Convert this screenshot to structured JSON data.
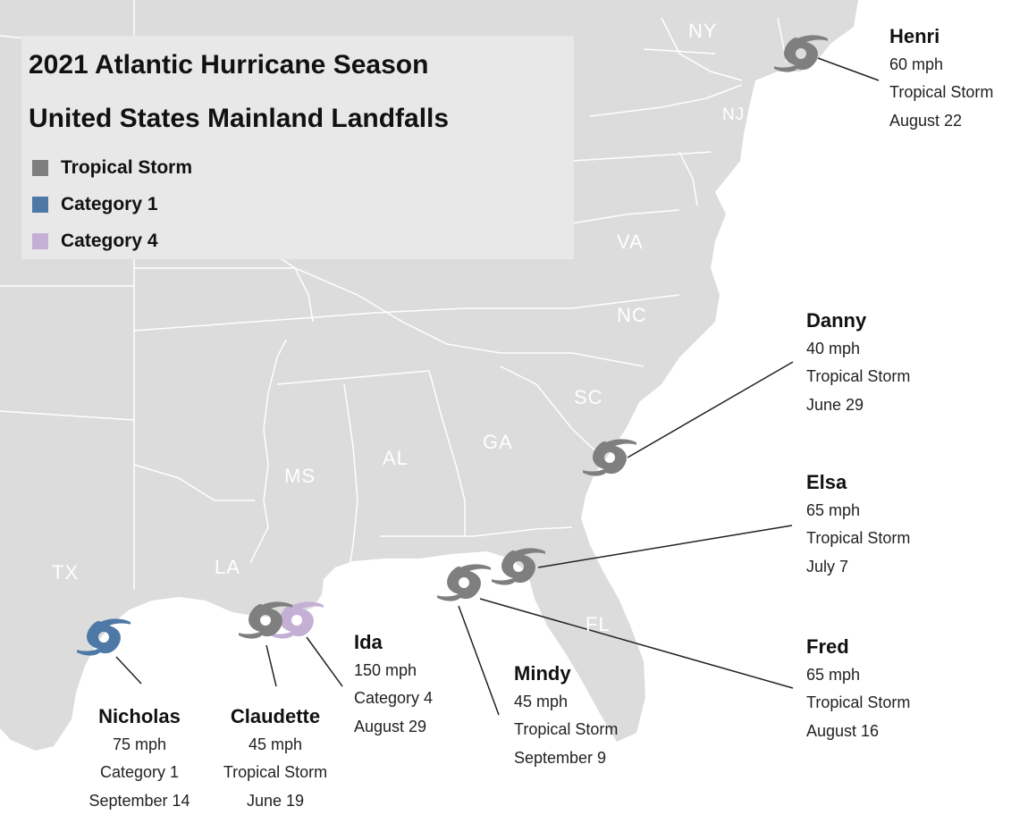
{
  "legend": {
    "title_line1": "2021 Atlantic Hurricane Season",
    "title_line2": "United States Mainland Landfalls",
    "items": [
      {
        "label": "Tropical Storm",
        "color": "#7f7f7f"
      },
      {
        "label": "Category 1",
        "color": "#4e79a7"
      },
      {
        "label": "Category 4",
        "color": "#c5b0d5"
      }
    ]
  },
  "colors": {
    "land": "#dcdcdc",
    "water": "#ffffff",
    "state_border": "#ffffff",
    "leader_line": "#222222"
  },
  "states": [
    "NY",
    "NJ",
    "VA",
    "NC",
    "SC",
    "GA",
    "AL",
    "MS",
    "LA",
    "TX",
    "FL"
  ],
  "storms": [
    {
      "name": "Henri",
      "speed": "60 mph",
      "category": "Tropical Storm",
      "date": "August 22",
      "color": "#7f7f7f",
      "icon": "hurricane-icon"
    },
    {
      "name": "Danny",
      "speed": "40 mph",
      "category": "Tropical Storm",
      "date": "June 29",
      "color": "#7f7f7f",
      "icon": "hurricane-icon"
    },
    {
      "name": "Elsa",
      "speed": "65 mph",
      "category": "Tropical Storm",
      "date": "July 7",
      "color": "#7f7f7f",
      "icon": "hurricane-icon"
    },
    {
      "name": "Fred",
      "speed": "65 mph",
      "category": "Tropical Storm",
      "date": "August 16",
      "color": "#7f7f7f",
      "icon": "hurricane-icon"
    },
    {
      "name": "Mindy",
      "speed": "45 mph",
      "category": "Tropical Storm",
      "date": "September 9",
      "color": "#7f7f7f",
      "icon": "hurricane-icon"
    },
    {
      "name": "Ida",
      "speed": "150 mph",
      "category": "Category 4",
      "date": "August 29",
      "color": "#c5b0d5",
      "icon": "hurricane-icon"
    },
    {
      "name": "Claudette",
      "speed": "45 mph",
      "category": "Tropical Storm",
      "date": "June 19",
      "color": "#7f7f7f",
      "icon": "hurricane-icon"
    },
    {
      "name": "Nicholas",
      "speed": "75 mph",
      "category": "Category 1",
      "date": "September 14",
      "color": "#4e79a7",
      "icon": "hurricane-icon"
    }
  ]
}
